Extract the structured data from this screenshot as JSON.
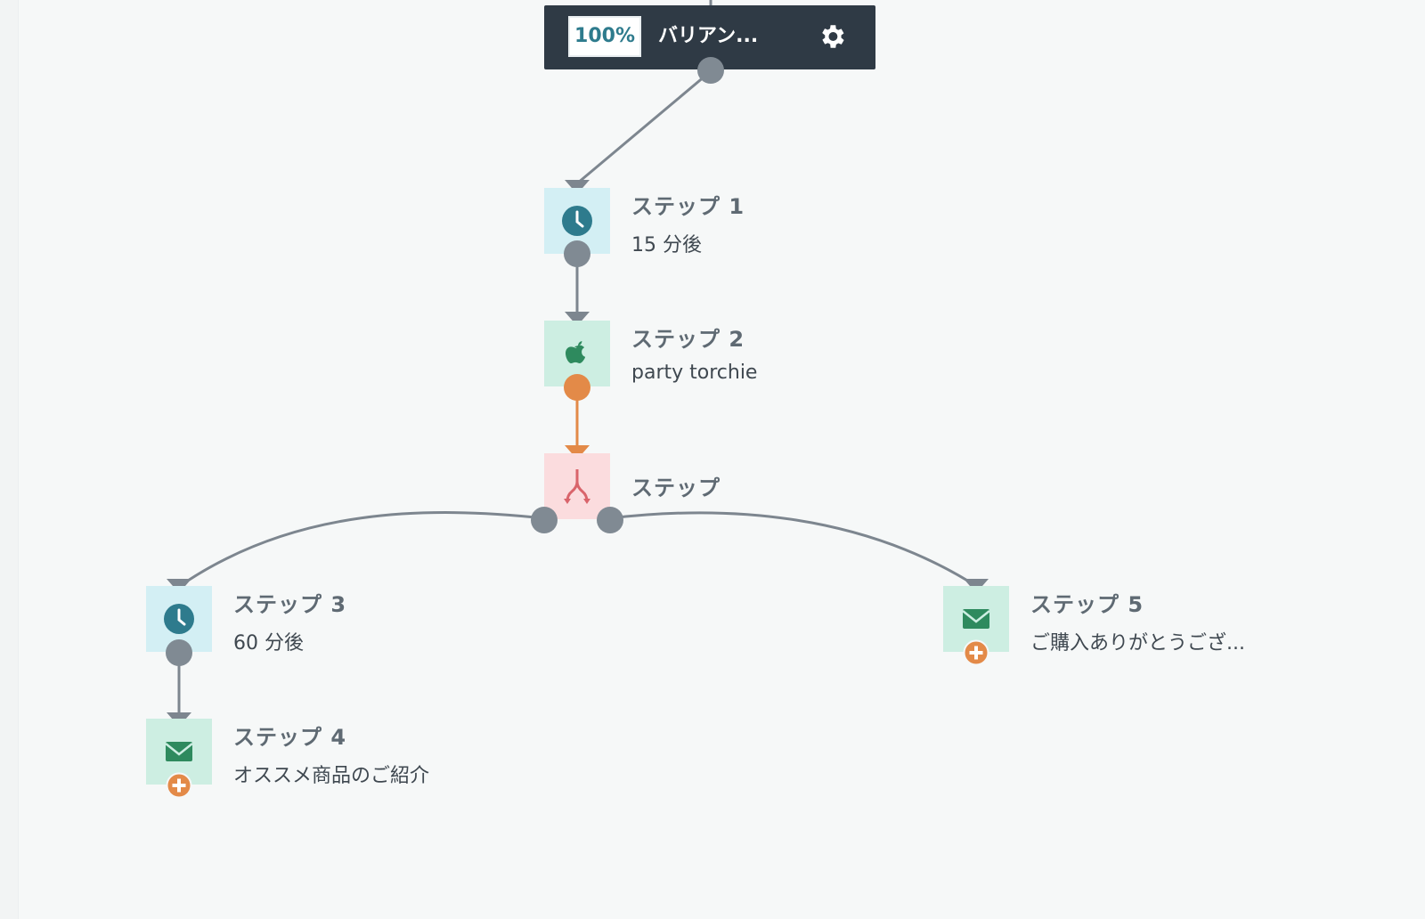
{
  "variant": {
    "percent": "100%",
    "name": "バリアン..."
  },
  "steps": [
    {
      "title": "ステップ 1",
      "subtitle": "15 分後",
      "icon": "clock-icon"
    },
    {
      "title": "ステップ 2",
      "subtitle": "party torchie",
      "icon": "apple-icon"
    },
    {
      "title": "ステップ",
      "subtitle": "",
      "icon": "split-icon"
    },
    {
      "title": "ステップ 3",
      "subtitle": "60 分後",
      "icon": "clock-icon"
    },
    {
      "title": "ステップ 4",
      "subtitle": "オススメ商品のご紹介",
      "icon": "mail-icon"
    },
    {
      "title": "ステップ 5",
      "subtitle": "ご購入ありがとうござ...",
      "icon": "mail-icon"
    }
  ],
  "colors": {
    "delay_bg": "#d3eff4",
    "ios_bg": "#cdeee2",
    "split_bg": "#fbdcde",
    "mail_bg": "#cdeee2",
    "wire_gray": "#7d868f",
    "wire_orange": "#e38a48",
    "header_bg": "#2f3a45",
    "accent_teal": "#2e7b8d"
  }
}
